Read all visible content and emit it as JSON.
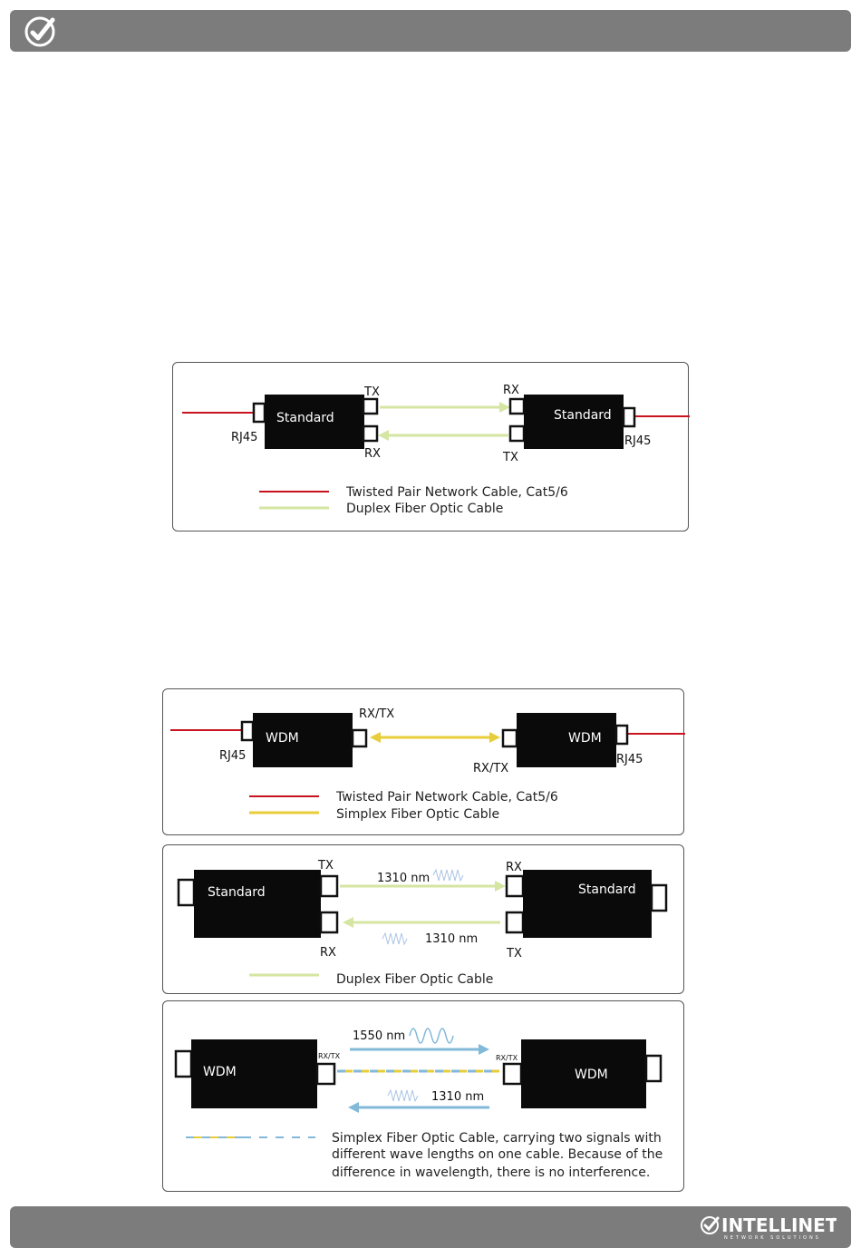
{
  "header": {
    "logo_icon": "checkmark-circle-icon",
    "bar_color": "#7c7c7c"
  },
  "footer": {
    "brand_name": "INTELLINET",
    "brand_tagline": "NETWORK SOLUTIONS",
    "registered_mark": "®"
  },
  "colors": {
    "twisted_pair": "#c8141e",
    "duplex_fiber": "#d4e6a2",
    "simplex_fiber": "#e8cd3a",
    "wave_1550": "#82b8d8",
    "wave_1310": "#aac4e4"
  },
  "diagram_duplex": {
    "left_device": "Standard",
    "right_device": "Standard",
    "left_tx": "TX",
    "left_rx": "RX",
    "right_rx": "RX",
    "right_tx": "TX",
    "left_port": "RJ45",
    "right_port": "RJ45",
    "legend_twisted_pair": "Twisted Pair Network Cable, Cat5/6",
    "legend_fiber": "Duplex Fiber Optic Cable"
  },
  "diagram_wdm": {
    "left_device": "WDM",
    "right_device": "WDM",
    "left_rxtx": "RX/TX",
    "right_rxtx": "RX/TX",
    "left_port": "RJ45",
    "right_port": "RJ45",
    "legend_twisted_pair": "Twisted Pair Network Cable, Cat5/6",
    "legend_fiber": "Simplex Fiber Optic Cable"
  },
  "diagram_duplex_wavelength": {
    "left_device": "Standard",
    "right_device": "Standard",
    "left_tx": "TX",
    "left_rx": "RX",
    "right_rx": "RX",
    "right_tx": "TX",
    "wavelength_top": "1310 nm",
    "wavelength_bottom": "1310 nm",
    "legend_fiber": "Duplex Fiber Optic Cable"
  },
  "diagram_wdm_wavelength": {
    "left_device": "WDM",
    "right_device": "WDM",
    "left_rxtx": "RX/TX",
    "right_rxtx": "RX/TX",
    "wavelength_top": "1550 nm",
    "wavelength_bottom": "1310 nm",
    "legend_line1": "Simplex Fiber Optic Cable, carrying two signals with",
    "legend_line2": "different wave lengths on one cable. Because of the",
    "legend_line3": "difference in wavelength, there is no interference."
  }
}
